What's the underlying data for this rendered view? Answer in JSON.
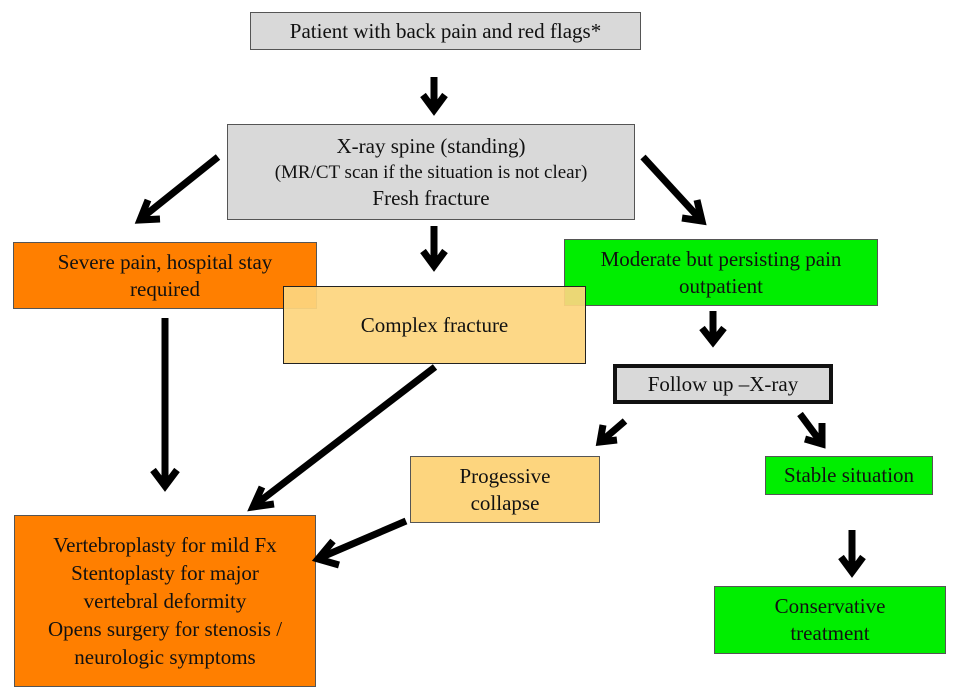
{
  "diagram": {
    "nodes": {
      "start": {
        "lines": [
          "Patient with back pain and red flags*"
        ],
        "fill": "#d9d9d9"
      },
      "xray": {
        "lines": [
          "X-ray spine (standing)",
          "(MR/CT scan if the situation is not clear)",
          "Fresh fracture"
        ],
        "fill": "#d9d9d9"
      },
      "severe": {
        "lines": [
          "Severe pain, hospital stay",
          "required"
        ],
        "fill": "#ff7f00"
      },
      "complex": {
        "lines": [
          "Complex fracture"
        ],
        "fill": "#fdd57e"
      },
      "moderate": {
        "lines": [
          "Moderate but persisting pain",
          "outpatient"
        ],
        "fill": "#00ee00"
      },
      "followup": {
        "lines": [
          "Follow up –X-ray"
        ],
        "fill": "#d9d9d9"
      },
      "progressive": {
        "lines": [
          "Progessive",
          "collapse"
        ],
        "fill": "#fdd57e"
      },
      "stable": {
        "lines": [
          "Stable situation"
        ],
        "fill": "#00ee00"
      },
      "treatment": {
        "lines": [
          "Vertebroplasty for mild Fx",
          "Stentoplasty for major",
          "vertebral deformity",
          "Opens surgery for stenosis /",
          "neurologic symptoms"
        ],
        "fill": "#ff7f00"
      },
      "conservative": {
        "lines": [
          "Conservative",
          "treatment"
        ],
        "fill": "#00ee00"
      }
    },
    "edges": [
      {
        "from": "start",
        "to": "xray"
      },
      {
        "from": "xray",
        "to": "severe"
      },
      {
        "from": "xray",
        "to": "complex"
      },
      {
        "from": "xray",
        "to": "moderate"
      },
      {
        "from": "severe",
        "to": "treatment"
      },
      {
        "from": "complex",
        "to": "treatment"
      },
      {
        "from": "moderate",
        "to": "followup"
      },
      {
        "from": "followup",
        "to": "progressive"
      },
      {
        "from": "followup",
        "to": "stable"
      },
      {
        "from": "progressive",
        "to": "treatment"
      },
      {
        "from": "stable",
        "to": "conservative"
      }
    ]
  }
}
